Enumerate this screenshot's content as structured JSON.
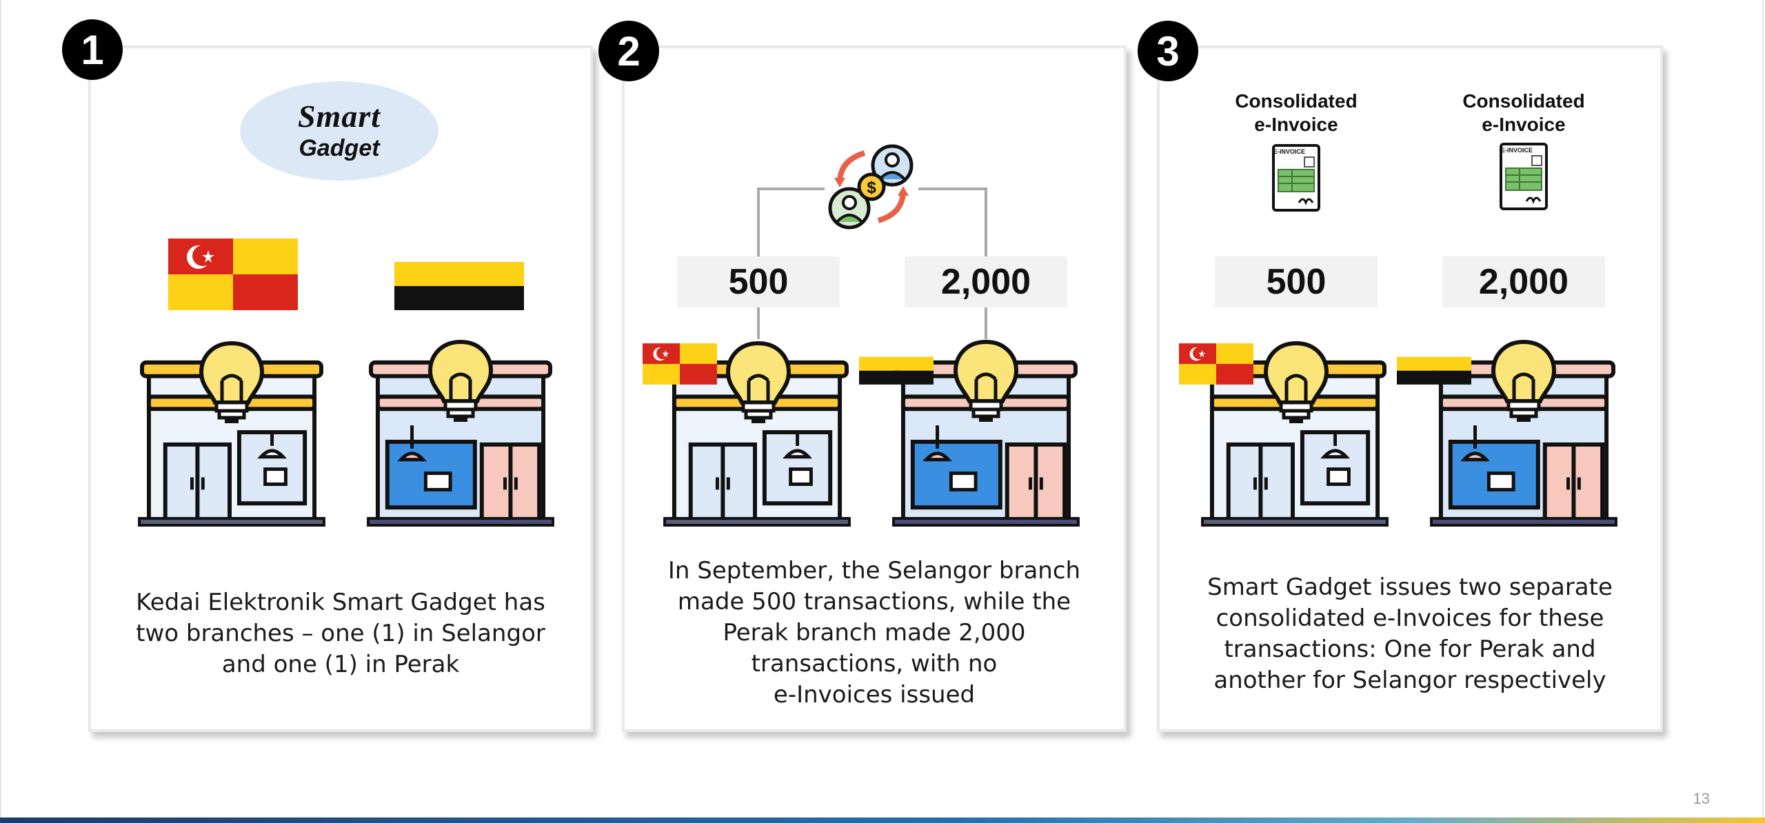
{
  "slide": {
    "page_number": "13",
    "logo": {
      "line1": "Smart",
      "line2": "Gadget"
    },
    "panels": [
      {
        "number": "1",
        "caption_lines": [
          "Kedai Elektronik Smart Gadget has",
          "two branches – one (1) in Selangor",
          "and one (1) in Perak"
        ]
      },
      {
        "number": "2",
        "selangor_count": "500",
        "perak_count": "2,000",
        "caption_lines": [
          "In September, the Selangor branch",
          "made 500 transactions, while the",
          "Perak branch made 2,000",
          "transactions, with no",
          "e-Invoices issued"
        ]
      },
      {
        "number": "3",
        "selangor_count": "500",
        "perak_count": "2,000",
        "invoice_label_line1": "Consolidated",
        "invoice_label_line2": "e-Invoice",
        "invoice_doc_text": "E-INVOICE",
        "caption_lines": [
          "Smart Gadget issues two separate",
          "consolidated e-Invoices for these",
          "transactions: One for Perak and",
          "another for Selangor respectively"
        ]
      }
    ]
  },
  "icons": {
    "store_left": "store-icon",
    "store_right": "store-icon",
    "bulb": "lightbulb-icon",
    "exchange": "money-exchange-icon",
    "invoice": "e-invoice-document-icon",
    "flag_selangor": "selangor-flag-icon",
    "flag_perak": "perak-flag-icon"
  },
  "colors": {
    "selangor_red": "#d9261c",
    "selangor_yellow": "#fcd116",
    "perak_yellow": "#fcd116",
    "perak_black": "#111111",
    "store_blue": "#3b8fe0",
    "store_pink": "#f7c9be",
    "bulb_yellow": "#fbe57a",
    "accent_bar": "#1e3a6e"
  }
}
